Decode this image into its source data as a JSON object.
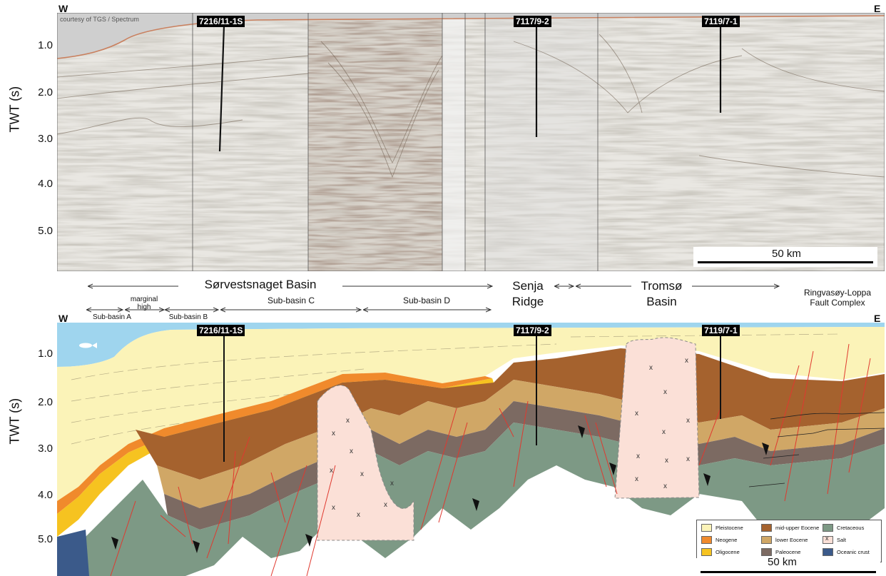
{
  "top_panel": {
    "west_label": "W",
    "east_label": "E",
    "credit": "courtesy of TGS / Spectrum",
    "axis_title": "TWT (s)",
    "ticks": [
      "1.0",
      "2.0",
      "3.0",
      "4.0",
      "5.0"
    ],
    "wells": [
      "7216/11-1S",
      "7117/9-2",
      "7119/7-1"
    ],
    "scale_bar": "50 km"
  },
  "regions": {
    "sorvestsnaget": "Sørvestsnaget Basin",
    "senja_line1": "Senja",
    "senja_line2": "Ridge",
    "tromso_line1": "Tromsø",
    "tromso_line2": "Basin",
    "ringvasoy_line1": "Ringvasøy-Loppa",
    "ringvasoy_line2": "Fault Complex",
    "subbasin_a": "Sub-basin A",
    "marginal_line1": "marginal",
    "marginal_line2": "high",
    "subbasin_b": "Sub-basin B",
    "subbasin_c": "Sub-basin C",
    "subbasin_d": "Sub-basin D"
  },
  "bottom_panel": {
    "west_label": "W",
    "east_label": "E",
    "axis_title": "TWT (s)",
    "ticks": [
      "1.0",
      "2.0",
      "3.0",
      "4.0",
      "5.0"
    ],
    "wells": [
      "7216/11-1S",
      "7117/9-2",
      "7119/7-1"
    ],
    "scale_bar": "50 km",
    "legend": [
      {
        "label": "Pleistocene",
        "color": "#fbf3b8"
      },
      {
        "label": "Neogene",
        "color": "#f08a2c"
      },
      {
        "label": "Oligocene",
        "color": "#f6c320"
      },
      {
        "label": "mid-upper Eocene",
        "color": "#a5622e"
      },
      {
        "label": "lower Eocene",
        "color": "#d0a766"
      },
      {
        "label": "Paleocene",
        "color": "#7c6a62"
      },
      {
        "label": "Cretaceous",
        "color": "#7d9985"
      },
      {
        "label": "Salt",
        "color": "#fbe0d7"
      },
      {
        "label": "Oceanic crust",
        "color": "#3b5a8a"
      }
    ]
  }
}
